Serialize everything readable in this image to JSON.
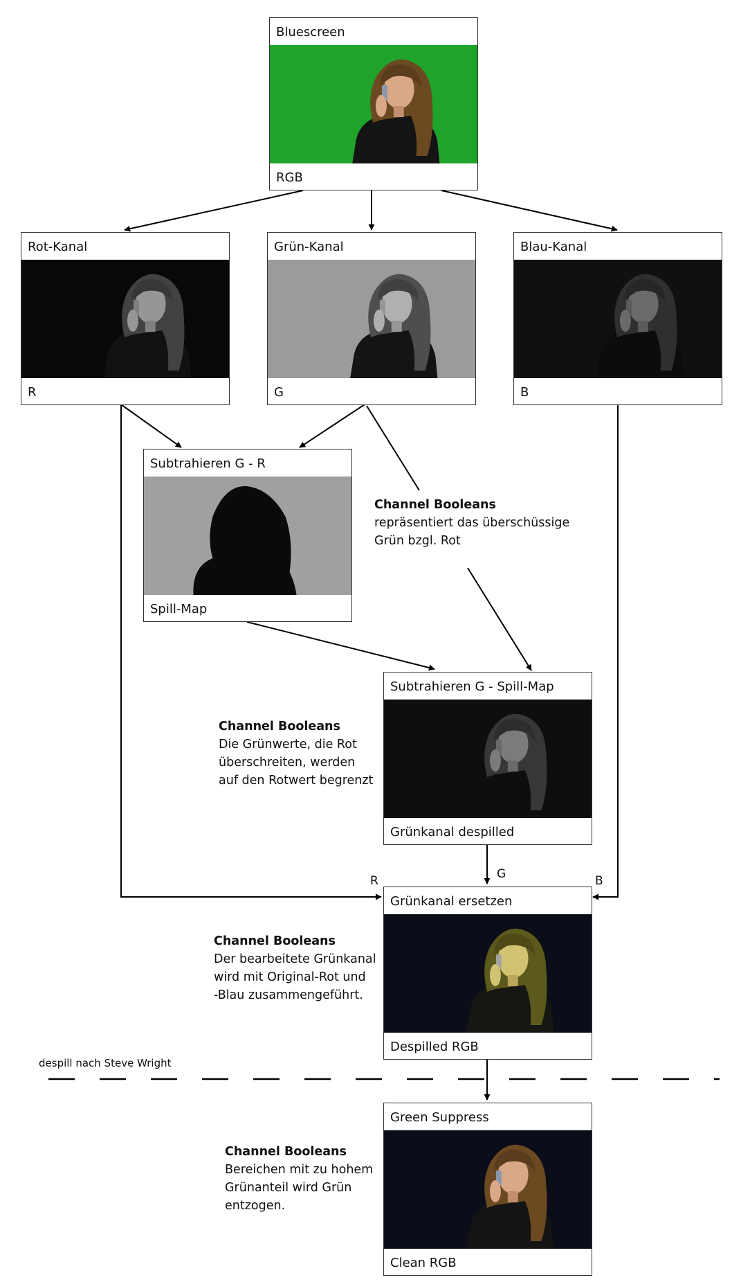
{
  "nodes": {
    "bluescreen": {
      "title": "Bluescreen",
      "label": "RGB"
    },
    "red": {
      "title": "Rot-Kanal",
      "label": "R"
    },
    "green": {
      "title": "Grün-Kanal",
      "label": "G"
    },
    "blue": {
      "title": "Blau-Kanal",
      "label": "B"
    },
    "subtract_gr": {
      "title": "Subtrahieren G - R",
      "label": "Spill-Map"
    },
    "subtract_spill": {
      "title": "Subtrahieren G - Spill-Map",
      "label": "Grünkanal despilled"
    },
    "replace_green": {
      "title": "Grünkanal ersetzen",
      "label": "Despilled RGB"
    },
    "green_suppress": {
      "title": "Green Suppress",
      "label": "Clean RGB"
    }
  },
  "notes": {
    "spill_map": {
      "title": "Channel Booleans",
      "lines": [
        "repräsentiert das überschüssige",
        "Grün bzgl. Rot"
      ]
    },
    "limit": {
      "title": "Channel Booleans",
      "lines": [
        "Die Grünwerte, die Rot",
        "überschreiten, werden",
        "auf den Rotwert begrenzt"
      ]
    },
    "merge": {
      "title": "Channel Booleans",
      "lines": [
        "Der bearbeitete Grünkanal",
        "wird mit Original-Rot und",
        "-Blau zusammengeführt."
      ]
    },
    "suppress": {
      "title": "Channel Booleans",
      "lines": [
        "Bereichen mit zu hohem",
        "Grünanteil wird Grün",
        "entzogen."
      ]
    }
  },
  "edge_labels": {
    "r": "R",
    "g": "G",
    "b": "B"
  },
  "caption": "despill nach Steve Wright",
  "colors": {
    "chroma_green": "#1fa32a",
    "channel_red_bg": "#0a0a0a",
    "channel_green_bg": "#9b9b9b",
    "channel_blue_bg": "#1a1a1a",
    "spillmap_bg": "#a0a0a0",
    "line": "#000000"
  }
}
